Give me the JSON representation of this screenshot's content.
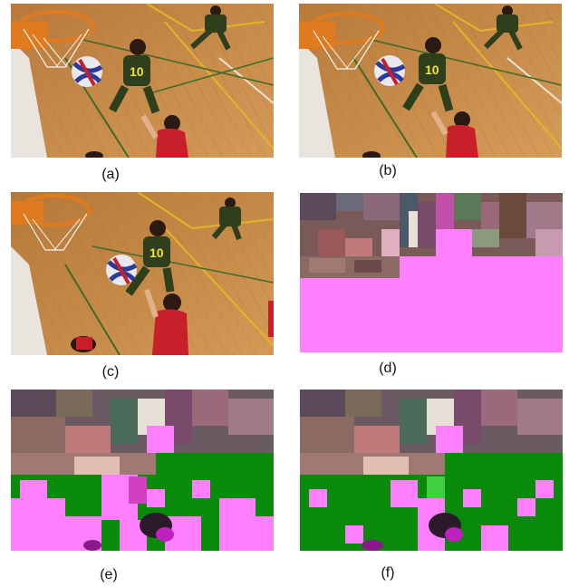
{
  "captions": {
    "a": "(a)",
    "b": "(b)",
    "c": "(c)",
    "d": "(d)",
    "e": "(e)",
    "f": "(f)"
  },
  "player_number": "10",
  "colors": {
    "court_wood": "#c48a45",
    "court_wood_dark": "#a86a2c",
    "line_yellow": "#e0b528",
    "line_green": "#3f6a2a",
    "jersey_green": "#2f3f1c",
    "jersey_red": "#c8202a",
    "hoop_orange": "#e07a1e",
    "corrupt_magenta": "#ff80ff",
    "corrupt_green": "#0a8a0a"
  }
}
